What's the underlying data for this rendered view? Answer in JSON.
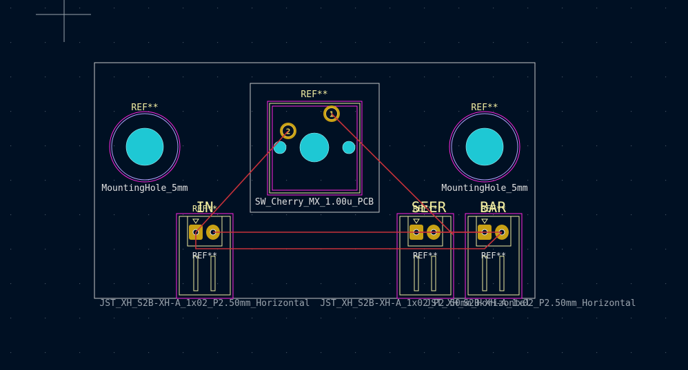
{
  "colors": {
    "background": "#001023",
    "grid": "#41505f",
    "board_outline": "#c8c8c8",
    "courtyard": "#ff26e2",
    "silkscreen": "#f2eda1",
    "fab_text": "#e0e0e0",
    "pad": "#c8a014",
    "npth": "#1ec8d4",
    "ratsnest": "#c8323a",
    "drill": "#e6e6e6"
  },
  "footprints": {
    "mount_left": {
      "ref": "REF**",
      "value": "MountingHole_5mm"
    },
    "mount_right": {
      "ref": "REF**",
      "value": "MountingHole_5mm"
    },
    "switch": {
      "ref": "REF**",
      "value": "SW_Cherry_MX_1.00u_PCB",
      "pad_numbers": [
        "1",
        "2"
      ]
    },
    "conn1": {
      "ref": "REF**",
      "value": "JST_XH_S2B-XH-A_1x02_P2.50mm_Horizontal",
      "silk_label": "IN"
    },
    "conn2": {
      "ref": "REF**",
      "value": "JST_XH_S2B-XH-A_1x02_P2.50mm_Horizontal",
      "silk_label": "SEER"
    },
    "conn3": {
      "ref": "REF**",
      "value": "JST_XH_S2B-XH-A_1x02_P2.50mm_Horizontal",
      "silk_label": "BAR"
    }
  }
}
